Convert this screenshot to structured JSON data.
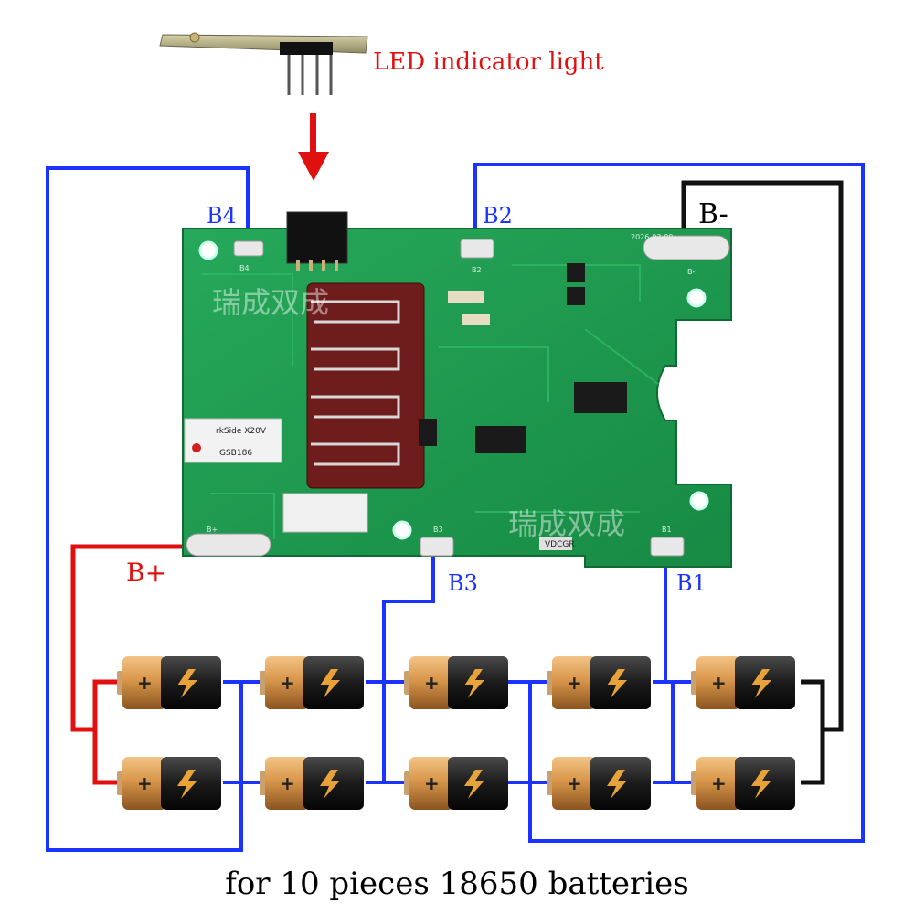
{
  "led_label": "LED indicator light",
  "caption": "for 10 pieces 18650 batteries",
  "wire_labels": {
    "b4": "B4",
    "b2": "B2",
    "b_minus": "B-",
    "b_plus": "B+",
    "b3": "B3",
    "b1": "B1"
  },
  "board": {
    "model": "GSB186",
    "model_sub": "rkSide X20V",
    "ic_label": "VDCGR",
    "date_code": "2026-03-09",
    "silk_b4": "B4",
    "silk_b2": "B2",
    "silk_b3": "B3",
    "silk_b1": "B1",
    "silk_bminus": "B-",
    "silk_bplus": "B+",
    "watermark_top": "瑞成双成",
    "watermark_bottom": "瑞成双成"
  },
  "colors": {
    "blue_wire": "#1a33ff",
    "red_wire": "#e01010",
    "black_wire": "#111111",
    "pcb": "#1f9a4f",
    "battery_copper": "#d8964a",
    "battery_black": "#1b1b1b"
  },
  "batteries": {
    "count": 10,
    "rows": 2,
    "per_row": 5
  }
}
